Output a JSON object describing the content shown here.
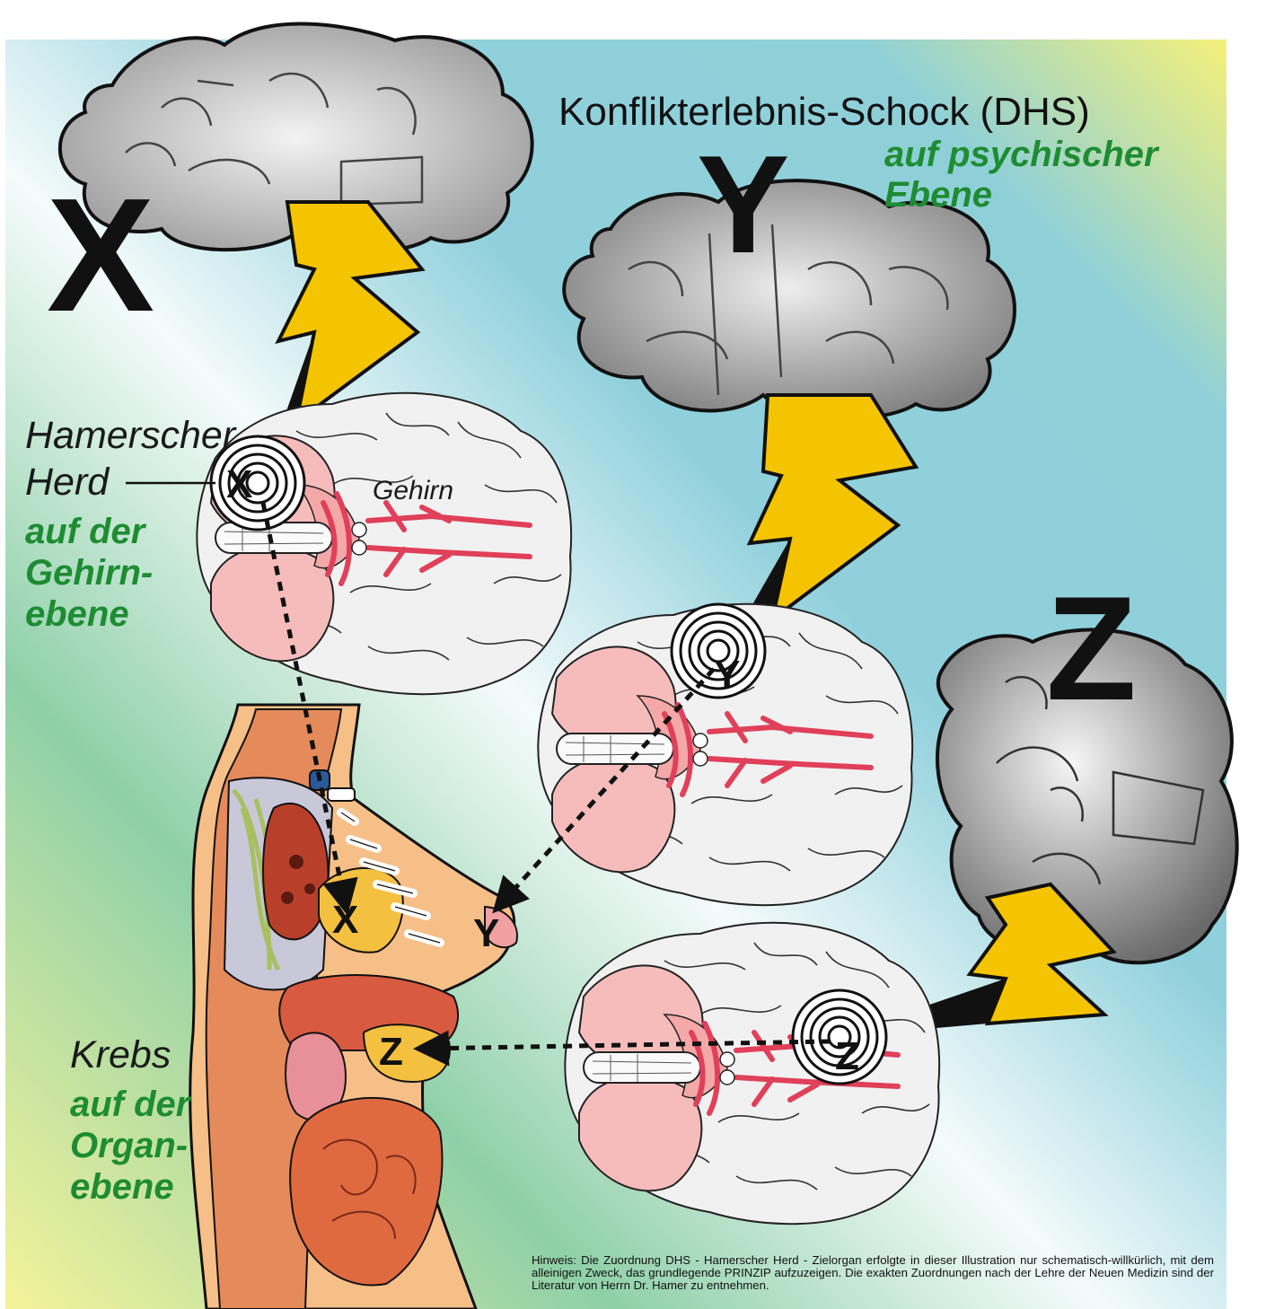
{
  "title": "Konflikterlebnis-Schock (DHS)",
  "psychic_level": "auf psychischer Ebene",
  "psychic_level_lines": [
    "auf psychischer",
    "Ebene"
  ],
  "hamer_focus": {
    "line1": "Hamerscher",
    "line2": "Herd",
    "level_lines": [
      "auf der",
      "Gehirn-",
      "ebene"
    ]
  },
  "brain_label": "Gehirn",
  "cancer": {
    "line1": "Krebs",
    "level_lines": [
      "auf der",
      "Organ-",
      "ebene"
    ]
  },
  "conflict_letters": {
    "x": "X",
    "y": "Y",
    "z": "Z"
  },
  "note": "Hinweis: Die Zuordnung DHS - Hamerscher Herd - Zielorgan erfolgte in dieser Illustration nur schematisch-willkürlich, mit dem alleinigen Zweck, das grundlegende PRINZIP aufzuzeigen. Die exakten Zuordnungen nach der Lehre der Neuen Medizin sind der Literatur von Herrn Dr. Hamer zu entnehmen.",
  "colors": {
    "lightning": "#f5c400",
    "brain": "#f0f0f0",
    "cerebellum": "#f6bcbc",
    "vessels": "#e0405a",
    "torso_skin": "#f6bf88",
    "green_text": "#1e8c32"
  }
}
